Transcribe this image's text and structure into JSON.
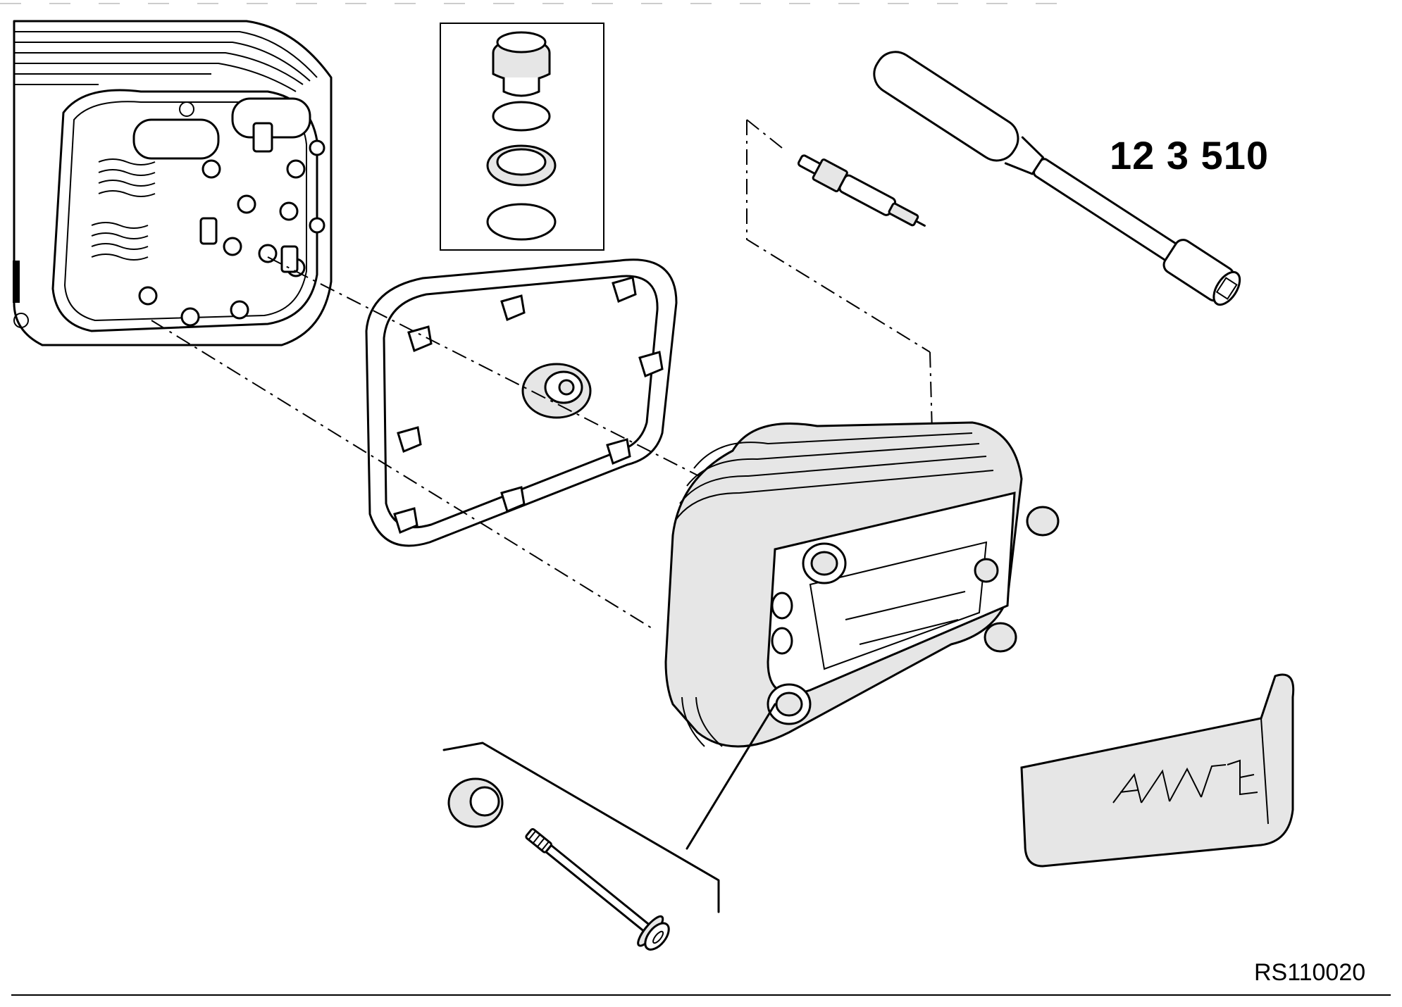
{
  "diagram": {
    "tool_number": "12 3 510",
    "drawing_reference": "RS110020",
    "cover_badge_text": "AA/LVE",
    "colors": {
      "line": "#000000",
      "background": "#ffffff",
      "part_fill": "#e6e6e6",
      "part_fill_dark": "#bdbdbd"
    },
    "parts": [
      "cylinder-head",
      "oil-filler-cap",
      "o-ring",
      "sealing-ring",
      "spark-plug",
      "spark-plug-wrench",
      "cover-gasket",
      "center-seal",
      "cylinder-head-cover",
      "rubber-grommet",
      "cover-bolt",
      "protective-cover"
    ]
  }
}
